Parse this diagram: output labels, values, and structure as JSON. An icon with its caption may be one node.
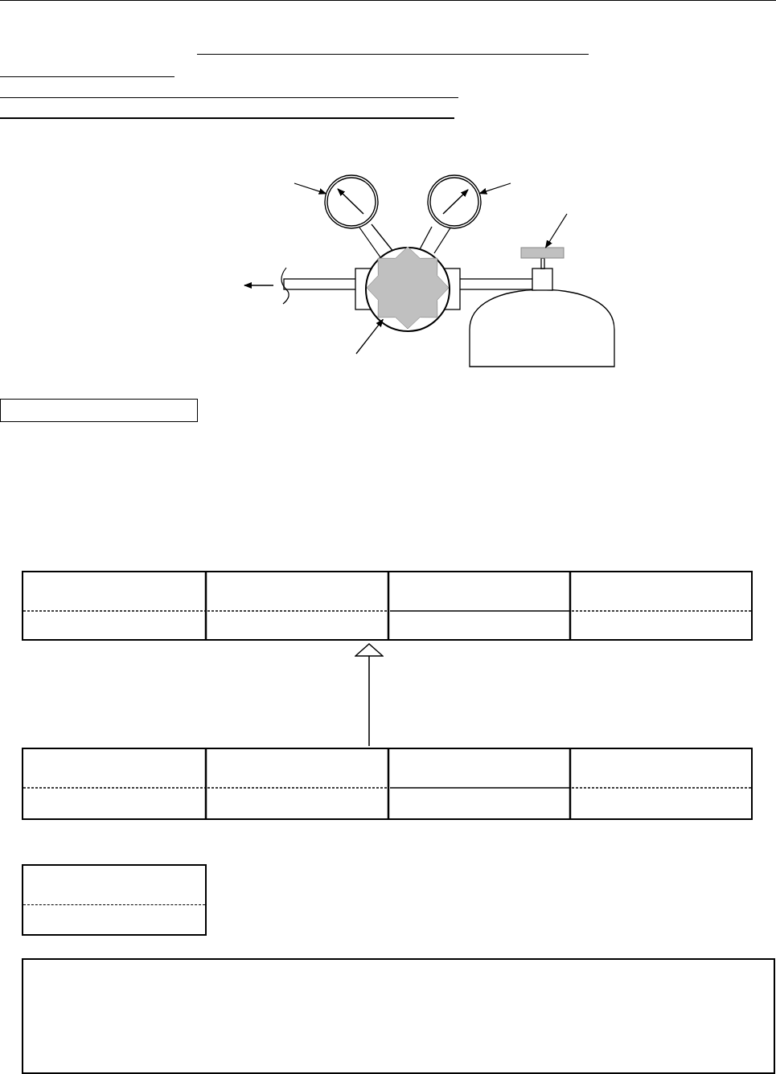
{
  "diagram": {
    "nodes": [
      {
        "text": [],
        "shape": "circle"
      },
      {
        "text": [],
        "shape": "circle"
      },
      {
        "text": [],
        "shape": "bar"
      },
      {
        "text": [],
        "shape": "star"
      },
      {
        "text": [],
        "shape": "box"
      },
      {
        "text": [],
        "shape": "box"
      }
    ],
    "edges": [
      {
        "from": null,
        "to": 0,
        "arrow": "to"
      },
      {
        "from": null,
        "to": 1,
        "arrow": "to"
      },
      {
        "from": null,
        "to": 2,
        "arrow": "to"
      },
      {
        "from": null,
        "to": 3,
        "arrow": "to"
      },
      {
        "from": 5,
        "to": 4,
        "arrow": "to"
      }
    ]
  }
}
